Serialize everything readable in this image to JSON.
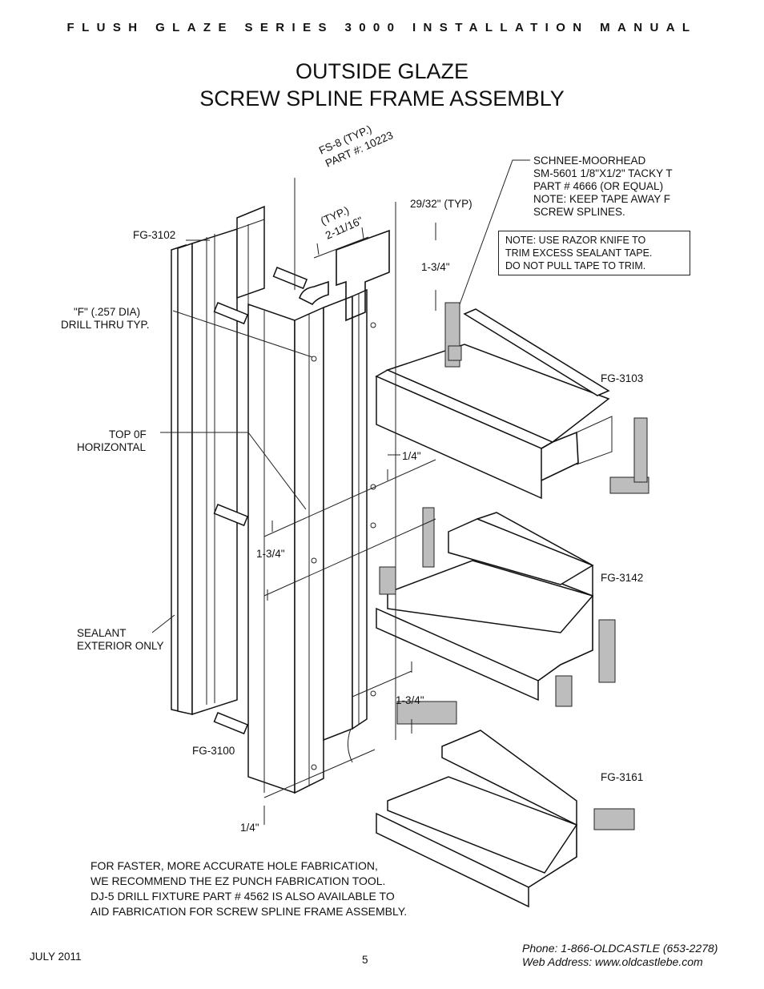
{
  "header": "FLUSH GLAZE SERIES 3000 INSTALLATION MANUAL",
  "title_line1": "OUTSIDE GLAZE",
  "title_line2": "SCREW SPLINE FRAME ASSEMBLY",
  "labels": {
    "fs8_line1": "FS-8 (TYP.)",
    "fs8_line2": "PART #: 10223",
    "typ_line1": "(TYP.)",
    "typ_line2": "2-11/16\"",
    "dim_29_32": "29/32\" (TYP)",
    "dim_1_3_4_top": "1-3/4\"",
    "dim_1_4_mid": "1/4\"",
    "dim_1_3_4_mid": "1-3/4\"",
    "dim_1_3_4_low": "1-3/4\"",
    "dim_1_4_bottom": "1/4\"",
    "fg3102": "FG-3102",
    "fg3103": "FG-3103",
    "fg3142": "FG-3142",
    "fg3161": "FG-3161",
    "fg3100": "FG-3100",
    "drill_line1": "\"F\" (.257 DIA)",
    "drill_line2": "DRILL THRU TYP.",
    "top_line1": "TOP 0F",
    "top_line2": "HORIZONTAL",
    "sealant_line1": "SEALANT",
    "sealant_line2": "EXTERIOR ONLY",
    "schnee_line1": "SCHNEE-MOORHEAD",
    "schnee_line2": "SM-5601  1/8\"X1/2\" TACKY T",
    "schnee_line3": " PART # 4666 (OR EQUAL)",
    "schnee_line4": "NOTE: KEEP TAPE AWAY F",
    "schnee_line5": "SCREW SPLINES."
  },
  "razor_note": {
    "line1": "NOTE: USE RAZOR KNIFE TO",
    "line2": "TRIM EXCESS SEALANT TAPE.",
    "line3": "DO NOT PULL TAPE TO TRIM."
  },
  "fabrication_note": {
    "line1": "FOR FASTER, MORE ACCURATE HOLE FABRICATION,",
    "line2": "WE RECOMMEND THE  EZ PUNCH   FABRICATION TOOL.",
    "line3": "DJ-5 DRILL FIXTURE PART # 4562 IS ALSO AVAILABLE TO",
    "line4": "AID FABRICATION FOR SCREW SPLINE FRAME ASSEMBLY."
  },
  "footer": {
    "date": "JULY 2011",
    "page": "5",
    "phone": "Phone: 1-866-OLDCASTLE (653-2278)",
    "web": "Web Address: www.oldcastlebe.com"
  }
}
